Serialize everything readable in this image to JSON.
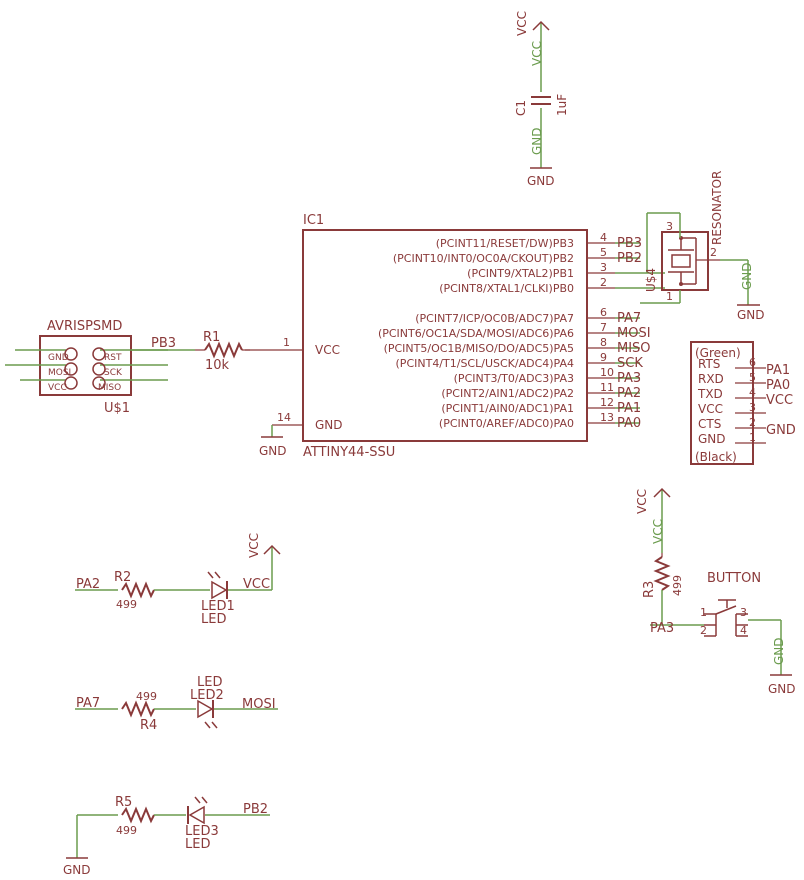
{
  "nets": {
    "vcc": "VCC",
    "gnd": "GND",
    "pb3": "PB3",
    "pb2": "PB2",
    "pa0": "PA0",
    "pa1": "PA1",
    "pa2": "PA2",
    "pa3": "PA3",
    "pa7": "PA7",
    "mosi": "MOSI",
    "miso": "MISO",
    "sck": "SCK"
  },
  "c1": {
    "name": "C1",
    "value": "1uF"
  },
  "ic1": {
    "name": "IC1",
    "part": "ATTINY44-SSU",
    "vcc_label": "VCC",
    "gnd_label": "GND",
    "vcc_pin": "1",
    "gnd_pin": "14",
    "right_pins": [
      {
        "func": "(PCINT11/RESET/DW)PB3",
        "num": "4",
        "net": "PB3"
      },
      {
        "func": "(PCINT10/INT0/OC0A/CKOUT)PB2",
        "num": "5",
        "net": "PB2"
      },
      {
        "func": "(PCINT9/XTAL2)PB1",
        "num": "3",
        "net": ""
      },
      {
        "func": "(PCINT8/XTAL1/CLKI)PB0",
        "num": "2",
        "net": ""
      },
      {
        "func": "(PCINT7/ICP/OC0B/ADC7)PA7",
        "num": "6",
        "net": "PA7"
      },
      {
        "func": "(PCINT6/OC1A/SDA/MOSI/ADC6)PA6",
        "num": "7",
        "net": "MOSI"
      },
      {
        "func": "(PCINT5/OC1B/MISO/DO/ADC5)PA5",
        "num": "8",
        "net": "MISO"
      },
      {
        "func": "(PCINT4/T1/SCL/USCK/ADC4)PA4",
        "num": "9",
        "net": "SCK"
      },
      {
        "func": "(PCINT3/T0/ADC3)PA3",
        "num": "10",
        "net": "PA3"
      },
      {
        "func": "(PCINT2/AIN1/ADC2)PA2",
        "num": "11",
        "net": "PA2"
      },
      {
        "func": "(PCINT1/AIN0/ADC1)PA1",
        "num": "12",
        "net": "PA1"
      },
      {
        "func": "(PCINT0/AREF/ADC0)PA0",
        "num": "13",
        "net": "PA0"
      }
    ]
  },
  "resonator": {
    "name": "U$4",
    "label": "RESONATOR",
    "pins": [
      "3",
      "2",
      "1"
    ]
  },
  "isp": {
    "name": "AVRISPSMD",
    "ref": "U$1",
    "pins": [
      "GND",
      "MOSI",
      "VCC",
      "RST",
      "SCK",
      "MISO"
    ]
  },
  "r1": {
    "name": "R1",
    "value": "10k"
  },
  "ftdi": {
    "top": "(Green)",
    "bottom": "(Black)",
    "pins": [
      {
        "name": "RTS",
        "num": "6",
        "net": "PA1"
      },
      {
        "name": "RXD",
        "num": "5",
        "net": "PA0"
      },
      {
        "name": "TXD",
        "num": "4",
        "net": "VCC"
      },
      {
        "name": "VCC",
        "num": "3",
        "net": ""
      },
      {
        "name": "CTS",
        "num": "2",
        "net": "GND"
      },
      {
        "name": "GND",
        "num": "1",
        "net": ""
      }
    ]
  },
  "r2": {
    "name": "R2",
    "value": "499"
  },
  "led1": {
    "name": "LED1",
    "value": "LED"
  },
  "r4": {
    "name": "R4",
    "value": "499"
  },
  "led2": {
    "name": "LED2",
    "value": "LED"
  },
  "r5": {
    "name": "R5",
    "value": "499"
  },
  "led3": {
    "name": "LED3",
    "value": "LED"
  },
  "r3": {
    "name": "R3",
    "value": "499"
  },
  "button": {
    "name": "BUTTON",
    "pins": [
      "1",
      "2",
      "3",
      "4"
    ]
  }
}
